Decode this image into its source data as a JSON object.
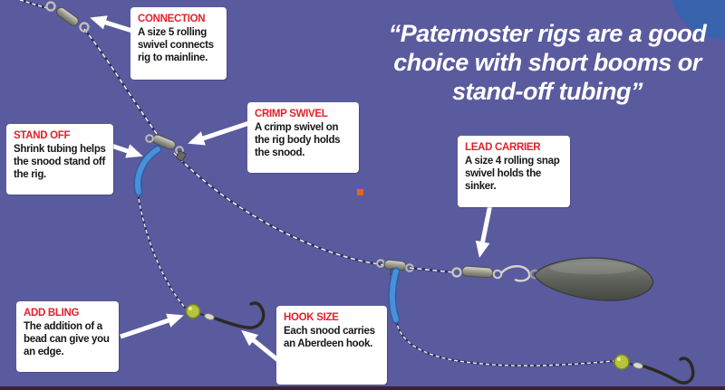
{
  "quote": {
    "lines": [
      "“Paternoster rigs are a good",
      "choice with short booms or",
      "stand-off tubing”"
    ]
  },
  "callouts": [
    {
      "title": "CONNECTION",
      "body": "A size 5 rolling swivel connects rig to mainline."
    },
    {
      "title": "STAND OFF",
      "body": "Shrink tubing helps the snood stand off the rig."
    },
    {
      "title": "CRIMP SWIVEL",
      "body": "A crimp swivel on the rig body holds the snood."
    },
    {
      "title": "LEAD CARRIER",
      "body": "A size 4 rolling snap swivel holds the sinker."
    },
    {
      "title": "ADD BLING",
      "body": "The addition of a bead can give you an edge."
    },
    {
      "title": "HOOK SIZE",
      "body": "Each snood carries an Aberdeen hook."
    }
  ],
  "colors": {
    "background_purple": "#5a5a9f",
    "corner_circle_blue": "#3a63ae",
    "bottom_strip_maroon": "#432031",
    "callout_title_red": "#e4202c",
    "callout_body_black": "#171717",
    "quote_white": "#ffffff",
    "arrow_white": "#ffffff",
    "stand_off_tube_blue": "#4b8fd8",
    "bead_green": "#b6c33d",
    "sinker_grey": "#5c5f58",
    "swivel_metal": "#b9b9b0",
    "orange_marker": "#e4660e"
  }
}
